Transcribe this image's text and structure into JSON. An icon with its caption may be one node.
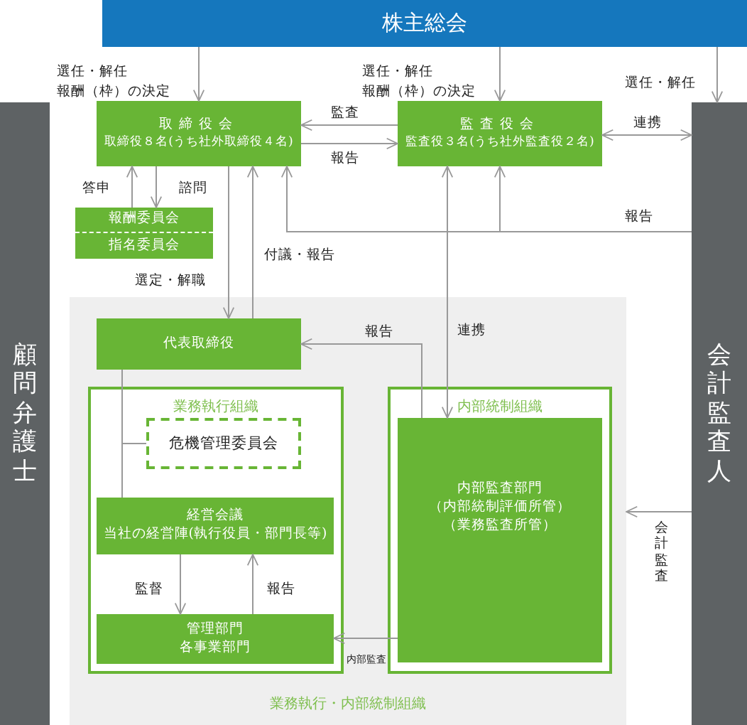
{
  "diagram": {
    "nodes": [
      {
        "text": [
          "株主総会"
        ]
      },
      {
        "text": [
          "取締役会",
          "取締役８名(うち社外取締役４名)"
        ]
      },
      {
        "text": [
          "監査役会",
          "監査役３名(うち社外監査役２名)"
        ]
      },
      {
        "text": [
          "報酬委員会"
        ]
      },
      {
        "text": [
          "指名委員会"
        ]
      },
      {
        "text": [
          "顧問弁護士"
        ]
      },
      {
        "text": [
          "会計監査人"
        ]
      },
      {
        "text": [
          "業務執行・内部統制組織"
        ]
      },
      {
        "text": [
          "代表取締役"
        ],
        "in": 7
      },
      {
        "text": [
          "業務執行組織"
        ],
        "in": 7
      },
      {
        "text": [
          "危機管理委員会"
        ],
        "in": 9
      },
      {
        "text": [
          "経営会議",
          "当社の経営陣(執行役員・部門長等)"
        ],
        "in": 9
      },
      {
        "text": [
          "管理部門",
          "各事業部門"
        ],
        "in": 9
      },
      {
        "text": [
          "内部統制組織"
        ],
        "in": 7
      },
      {
        "text": [
          "内部監査部門",
          "（内部統制評価所管）",
          "（業務監査所管）"
        ],
        "in": 13
      }
    ],
    "edges": [
      {
        "from": 0,
        "to": 1,
        "arrow": "to",
        "label": "選任・解任報酬（枠）の決定"
      },
      {
        "from": 0,
        "to": 2,
        "arrow": "to",
        "label": "選任・解任報酬（枠）の決定"
      },
      {
        "from": 0,
        "to": 6,
        "arrow": "to",
        "label": "選任・解任"
      },
      {
        "from": 2,
        "to": 1,
        "arrow": "to",
        "label": "監査"
      },
      {
        "from": 1,
        "to": 2,
        "arrow": "to",
        "label": "報告"
      },
      {
        "from": 2,
        "to": 6,
        "arrow": "both",
        "label": "連携"
      },
      {
        "from": 3,
        "to": 1,
        "arrow": "to",
        "label": "答申"
      },
      {
        "from": 1,
        "to": 3,
        "arrow": "to",
        "label": "諮問"
      },
      {
        "from": 1,
        "to": 8,
        "arrow": "to",
        "label": "選定・解職"
      },
      {
        "from": 8,
        "to": 1,
        "arrow": "to",
        "label": "付議・報告"
      },
      {
        "from": 6,
        "to": 1,
        "arrow": "to",
        "label": "報告"
      },
      {
        "from": 6,
        "to": 2,
        "arrow": "to"
      },
      {
        "from": 2,
        "to": 14,
        "arrow": "both",
        "label": "連携"
      },
      {
        "from": 14,
        "to": 8,
        "arrow": "to",
        "label": "報告"
      },
      {
        "from": 8,
        "to": 10,
        "arrow": "none"
      },
      {
        "from": 8,
        "to": 11,
        "arrow": "none"
      },
      {
        "from": 11,
        "to": 12,
        "arrow": "to",
        "label": "監督"
      },
      {
        "from": 12,
        "to": 11,
        "arrow": "to",
        "label": "報告"
      },
      {
        "from": 14,
        "to": 12,
        "arrow": "to",
        "label": "内部監査"
      },
      {
        "from": 6,
        "to": 7,
        "arrow": "to",
        "label": "会計監査"
      }
    ]
  }
}
